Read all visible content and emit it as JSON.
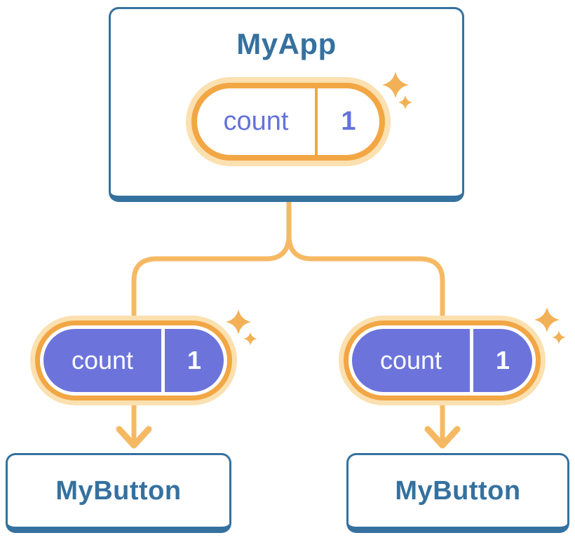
{
  "diagram": {
    "root": {
      "title": "MyApp",
      "state": {
        "label": "count",
        "value": "1"
      }
    },
    "children": [
      {
        "title": "MyButton",
        "prop": {
          "label": "count",
          "value": "1"
        }
      },
      {
        "title": "MyButton",
        "prop": {
          "label": "count",
          "value": "1"
        }
      }
    ]
  },
  "icons": [
    "sparkle-icon"
  ],
  "colors": {
    "blue": "#35719F",
    "blue_text": "#35719F",
    "orange_ring": "#F2A644",
    "orange_halo": "#FBE0B0",
    "orange_line": "#F6B963",
    "purple": "#6C74DB",
    "purple_text": "#6472DB",
    "sparkle": "#F3B157",
    "card_bg": "#FFFFFF"
  }
}
